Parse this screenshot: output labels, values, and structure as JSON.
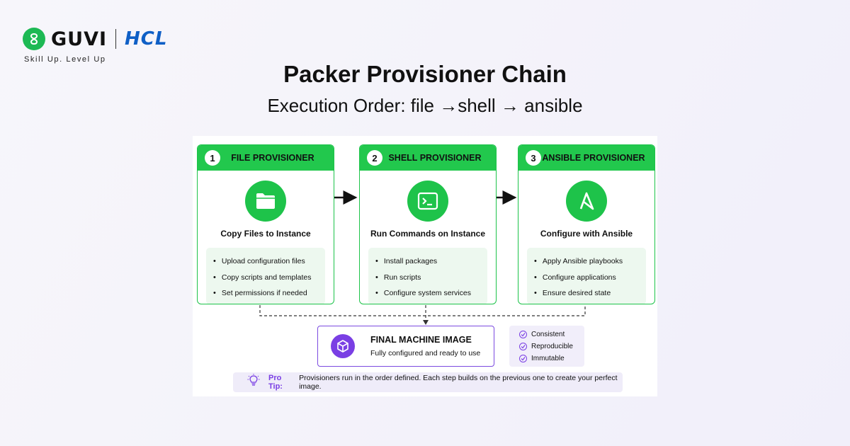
{
  "brand": {
    "guvi": "GUVI",
    "hcl": "HCL",
    "tagline": "Skill Up. Level Up"
  },
  "header": {
    "title": "Packer Provisioner Chain",
    "subtitle": "Execution Order: file →shell → ansible"
  },
  "provisioners": [
    {
      "number": "1",
      "title": "FILE PROVISIONER",
      "icon": "folder-icon",
      "heading": "Copy Files to Instance",
      "bullets": [
        "Upload configuration files",
        "Copy scripts and templates",
        "Set permissions if needed"
      ]
    },
    {
      "number": "2",
      "title": "SHELL PROVISIONER",
      "icon": "terminal-icon",
      "heading": "Run Commands on Instance",
      "bullets": [
        "Install packages",
        "Run scripts",
        "Configure system services"
      ]
    },
    {
      "number": "3",
      "title": "ANSIBLE PROVISIONER",
      "icon": "ansible-icon",
      "heading": "Configure with Ansible",
      "bullets": [
        "Apply Ansible playbooks",
        "Configure applications",
        "Ensure desired state"
      ]
    }
  ],
  "final": {
    "title": "FINAL MACHINE IMAGE",
    "description": "Fully configured and ready to use",
    "icon": "cube-icon",
    "qualities": [
      "Consistent",
      "Reproducible",
      "Immutable"
    ]
  },
  "tip": {
    "label": "Pro Tip:",
    "text": "Provisioners run in the order defined. Each step builds on the previous one to create your perfect image."
  },
  "colors": {
    "green": "#22c84d",
    "purple": "#7a3fe4",
    "hcl_blue": "#0f5fc6"
  }
}
